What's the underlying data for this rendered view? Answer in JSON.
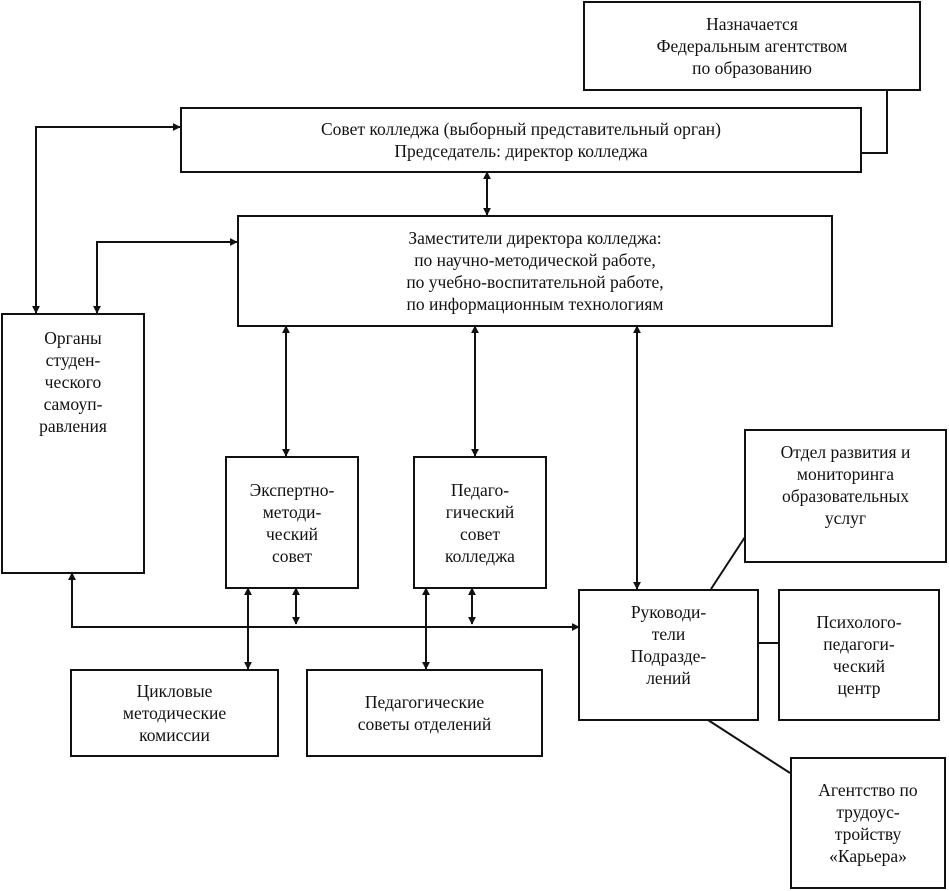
{
  "nodes": {
    "appointed": {
      "lines": [
        "Назначается",
        "Федеральным агентством",
        "по образованию"
      ]
    },
    "council": {
      "lines": [
        "Совет колледжа (выборный представительный орган)",
        "Председатель: директор колледжа"
      ]
    },
    "deputies": {
      "lines": [
        "Заместители директора колледжа:",
        "по научно-методической работе,",
        "по учебно-воспитательной работе,",
        "по информационным технологиям"
      ]
    },
    "student_bodies": {
      "lines": [
        "Органы",
        "студен-",
        "ческого",
        "самоуп-",
        "равления"
      ]
    },
    "expert_council": {
      "lines": [
        "Экспертно-",
        "методи-",
        "ческий",
        "совет"
      ]
    },
    "ped_council": {
      "lines": [
        "Педаго-",
        "гический",
        "совет",
        "колледжа"
      ]
    },
    "development_dept": {
      "lines": [
        "Отдел развития и",
        "мониторинга",
        "образовательных",
        "услуг"
      ]
    },
    "heads": {
      "lines": [
        "Руководи-",
        "тели",
        "Подразде-",
        "лений"
      ]
    },
    "psych_center": {
      "lines": [
        "Психолого-",
        "педагоги-",
        "ческий",
        "центр"
      ]
    },
    "cycle_commissions": {
      "lines": [
        "Цикловые",
        "методические",
        "комиссии"
      ]
    },
    "dept_councils": {
      "lines": [
        "Педагогические",
        "советы отделений"
      ]
    },
    "career_agency": {
      "lines": [
        "Агентство по",
        "трудоус-",
        "тройству",
        "«Карьера»"
      ]
    }
  }
}
